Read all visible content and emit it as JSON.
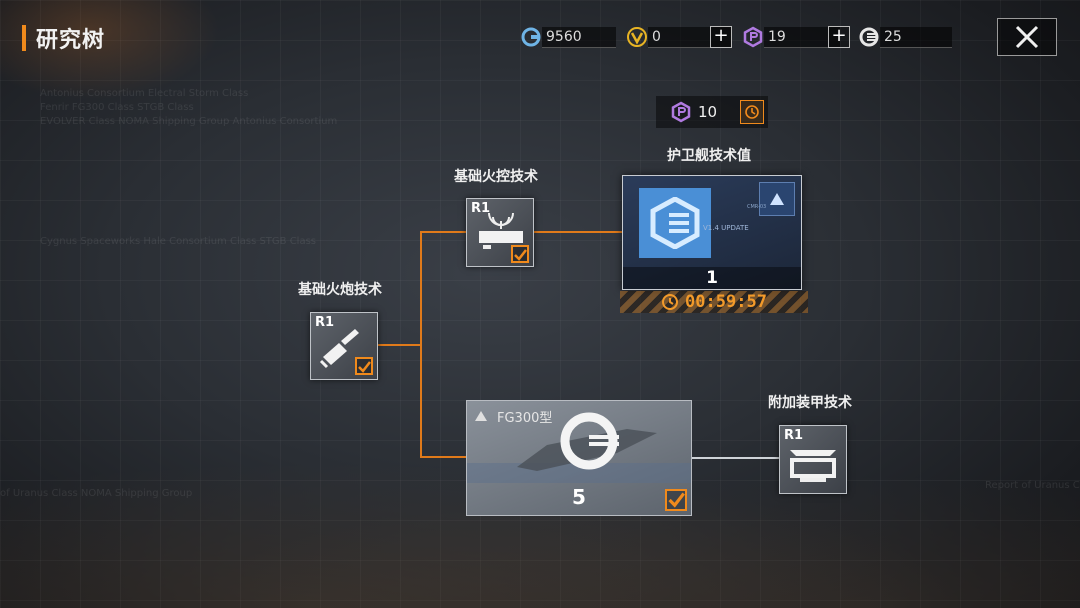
{
  "header": {
    "title": "研究树"
  },
  "resources": [
    {
      "icon": "g-coin-icon",
      "value": "9560"
    },
    {
      "icon": "v-coin-icon",
      "value": "0"
    },
    {
      "icon": "p-token-icon",
      "value": "19"
    },
    {
      "icon": "e-token-icon",
      "value": "25"
    }
  ],
  "plus_label": "+",
  "research": {
    "cost_value": "10",
    "nodes": {
      "basic_cannon": {
        "label": "基础火炮技术",
        "rank": "R1"
      },
      "basic_fire_control": {
        "label": "基础火控技术",
        "rank": "R1"
      },
      "escort_tech": {
        "label": "护卫舰技术值",
        "count": "1",
        "small_text": "V1.4 UPDATE",
        "corner_text": "CMR-03"
      },
      "fg300": {
        "name": "FG300型",
        "count": "5"
      },
      "armor_tech": {
        "label": "附加装甲技术",
        "rank": "R1"
      }
    },
    "timer": "00:59:57"
  },
  "background_texts": [
    "Antonius Consortium Electral Storm Class",
    "Fenrir FG300 Class STGB Class",
    "EVOLVER Class NOMA Shipping Group Antonius Consortium",
    "Cygnus Spaceworks Hale Consortium Class STGB Class",
    "of Uranus Class NOMA Shipping Group",
    "Report of Uranus Class"
  ],
  "colors": {
    "accent": "#f08a1c",
    "line": "#e07a1a",
    "timer": "#f29a2a"
  }
}
